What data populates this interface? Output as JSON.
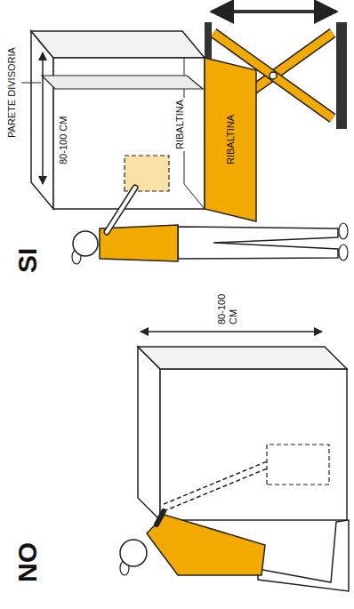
{
  "diagram": {
    "labels": [
      "NO",
      "80-100 CM",
      "SI",
      "PARETE DIVISORIA",
      "RIBALTINA",
      "RIBALTINA",
      "80-100 CM"
    ]
  }
}
